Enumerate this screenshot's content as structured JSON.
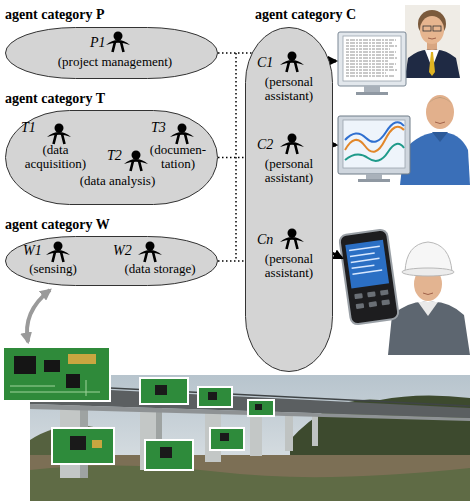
{
  "diagram": {
    "nodes": [
      {
        "text": [
          "agent category P"
        ]
      },
      {
        "text": [
          "P1",
          "(project management)"
        ],
        "in": 0
      },
      {
        "text": [
          "agent category T"
        ]
      },
      {
        "text": [
          "T1",
          "(data acquisition)"
        ],
        "in": 2
      },
      {
        "text": [
          "T2",
          "(data analysis)"
        ],
        "in": 2
      },
      {
        "text": [
          "T3",
          "(documen- tation)"
        ],
        "in": 2
      },
      {
        "text": [
          "agent category W"
        ]
      },
      {
        "text": [
          "W1",
          "(sensing)"
        ],
        "in": 6
      },
      {
        "text": [
          "W2",
          "(data storage)"
        ],
        "in": 6
      },
      {
        "text": [
          "agent category C"
        ]
      },
      {
        "text": [
          "C1",
          "(personal assistant)"
        ],
        "in": 9
      },
      {
        "text": [
          "C2",
          "(personal assistant)"
        ],
        "in": 9
      },
      {
        "text": [
          "Cn",
          "(personal assistant)"
        ],
        "in": 9
      }
    ],
    "edges": [
      {
        "from": 0,
        "to": 9,
        "arrow": "none"
      },
      {
        "from": 2,
        "to": 9,
        "arrow": "none"
      },
      {
        "from": 6,
        "to": 9,
        "arrow": "none"
      }
    ]
  }
}
